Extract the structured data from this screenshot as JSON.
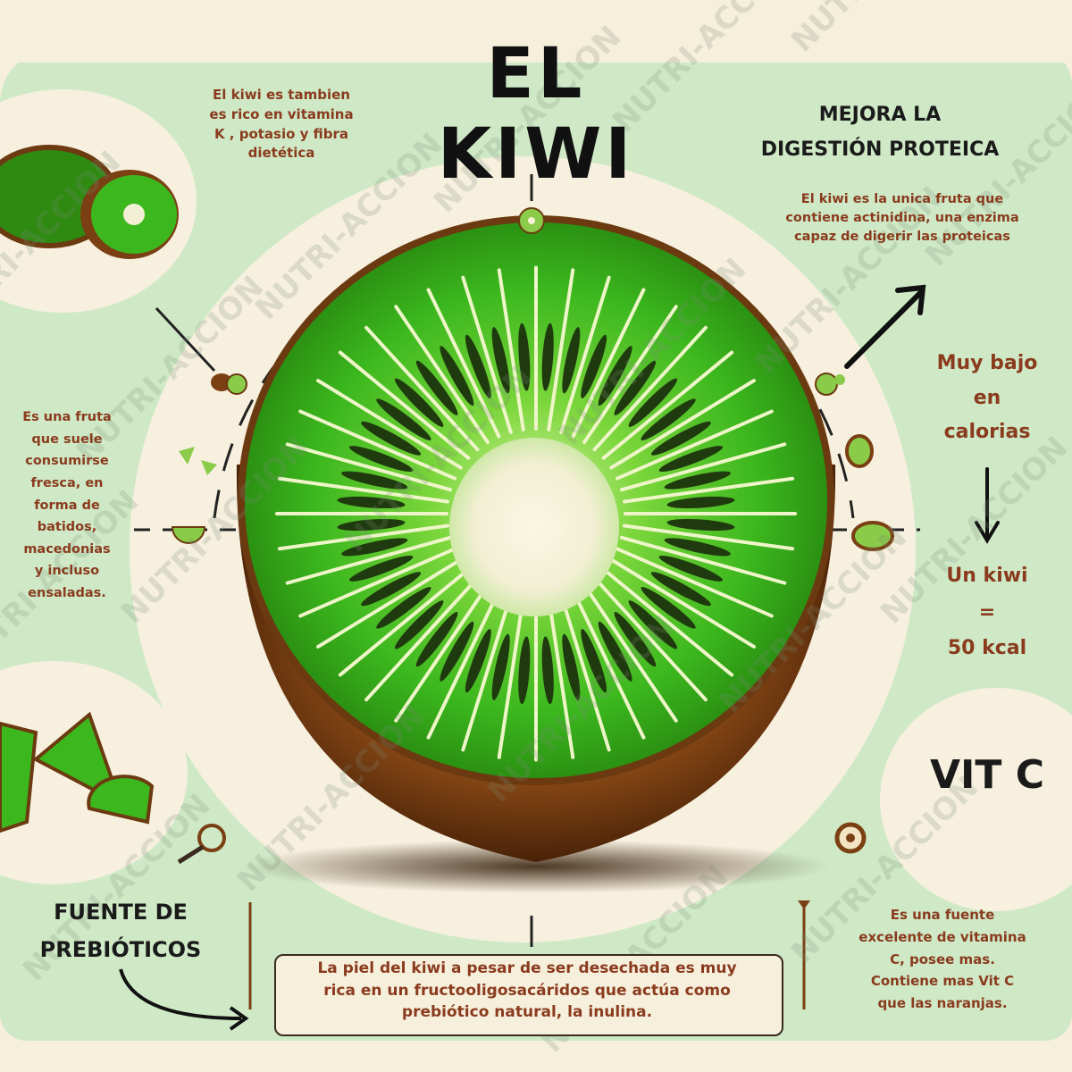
{
  "title": "EL KIWI",
  "top_left_note": [
    "El kiwi es tambien",
    "es rico en vitamina",
    "K , potasio y fibra",
    "dietética"
  ],
  "digestion": {
    "heading": [
      "MEJORA LA",
      "DIGESTIÓN PROTEICA"
    ],
    "body": [
      "El kiwi es la unica fruta que",
      "contiene actinidina, una enzima",
      "capaz de digerir las proteicas"
    ]
  },
  "calories": {
    "line1": [
      "Muy bajo",
      "en",
      "calorias"
    ],
    "line2": [
      "Un kiwi",
      "=",
      "50 kcal"
    ]
  },
  "fresh_note": [
    "Es una fruta",
    "que suele",
    "consumirse",
    "fresca, en",
    "forma de",
    "batidos,",
    "macedonias",
    "y incluso",
    "ensaladas."
  ],
  "prebiotics": {
    "heading": [
      "FUENTE DE",
      "PREBIÓTICOS"
    ],
    "body": [
      "La piel del kiwi a pesar de ser desechada es muy",
      "rica en un fructooligosacáridos que actúa como",
      "prebiótico natural, la inulina."
    ]
  },
  "vitamin_c": {
    "label": "VIT C",
    "body": [
      "Es una fuente",
      "excelente de vitamina",
      "C, posee mas.",
      "Contiene mas Vit C",
      "que las naranjas."
    ]
  },
  "watermark": "NUTRI-ACCION",
  "colors": {
    "background_green": "#cfe9c6",
    "paper": "#f6efdc",
    "text_brown": "#8a3b1e",
    "kiwi_green": "#3cb81e",
    "kiwi_skin": "#7a3f12"
  }
}
